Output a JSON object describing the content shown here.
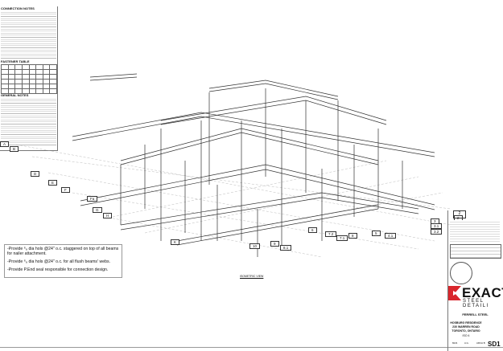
{
  "notes": {
    "connection_title": "CONNECTION NOTES",
    "fastener_title": "FASTENER TABLE",
    "general_title": "GENERAL NOTES"
  },
  "bottom_notes": [
    "-Provide ⁶₈ dia hols @24\" o.c. staggered on top of all beams for nailer attachment.",
    "-Provide ⁶₈ dia hols @24\" o.c. for all flush beams' webs.",
    "-Provide P.End seal responsible for connection design."
  ],
  "view_label": "ISOMETRIC VIEW",
  "grid_labels": [
    "A",
    "B",
    "D",
    "E",
    "F",
    "Fa",
    "G",
    "H",
    "K",
    "6",
    "7.2",
    "7.1",
    "8",
    "5",
    "4.1",
    "3",
    "3.1",
    "3.2",
    "2",
    "10",
    "9",
    "8.1"
  ],
  "title_block": {
    "logo_word": "EXACT",
    "logo_sub": "STEEL DETAILI",
    "client": "FERRELL STEEL",
    "project_name": "HOSBURG RESIDENCE",
    "project_address": "230 WARREN ROAD TORONTO, ONTARIO",
    "drawing_title": "ISO 4",
    "drawn_by": "MHS",
    "checked_by": "A.G.",
    "format": "ARCH B",
    "sheet_no": "SD1",
    "revision_badge": "2"
  },
  "colors": {
    "logo_red": "#d9262c",
    "line": "#333333"
  }
}
